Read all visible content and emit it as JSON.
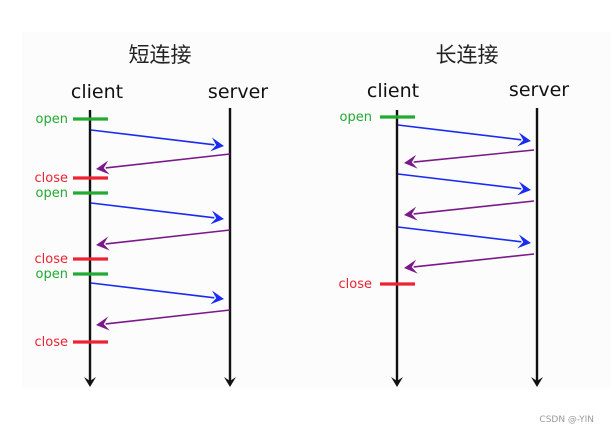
{
  "diagrams": [
    {
      "title": "短连接",
      "client_label": "client",
      "server_label": "server",
      "events": [
        {
          "type": "open",
          "label": "open"
        },
        {
          "type": "close",
          "label": "close"
        },
        {
          "type": "open",
          "label": "open"
        },
        {
          "type": "close",
          "label": "close"
        },
        {
          "type": "open",
          "label": "open"
        },
        {
          "type": "close",
          "label": "close"
        }
      ],
      "messages": [
        "request",
        "response",
        "request",
        "response",
        "request",
        "response"
      ]
    },
    {
      "title": "长连接",
      "client_label": "client",
      "server_label": "server",
      "events": [
        {
          "type": "open",
          "label": "open"
        },
        {
          "type": "close",
          "label": "close"
        }
      ],
      "messages": [
        "request",
        "response",
        "request",
        "response",
        "request",
        "response"
      ]
    }
  ],
  "colors": {
    "open": "#22aa33",
    "close": "#ee2233",
    "request": "#1a2cf0",
    "response": "#7a1a8a",
    "lifeline": "#111111"
  },
  "watermark": "CSDN @-YIN"
}
